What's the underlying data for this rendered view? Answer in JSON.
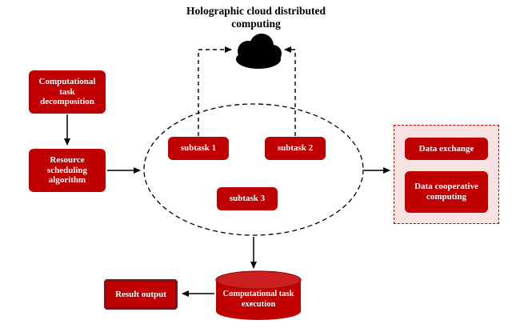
{
  "title": "Holographic cloud distributed computing",
  "nodes": {
    "task_decomposition": "Computational task decomposition",
    "resource_scheduling": "Resource scheduling algorithm",
    "subtask_1": "subtask 1",
    "subtask_2": "subtask 2",
    "subtask_3": "subtask 3",
    "data_exchange": "Data exchange",
    "data_cooperative_computing": "Data cooperative computing",
    "task_execution": "Computational task execution",
    "result_output": "Result output"
  },
  "icons": {
    "cloud": "cloud-icon"
  },
  "colors": {
    "node_fill": "#c00000",
    "node_text": "#ffffff",
    "cluster_fill": "#f7e1e1",
    "cluster_border": "#c00000",
    "result_border": "#7f1212",
    "line": "#000000"
  },
  "edges": [
    {
      "from": "task_decomposition",
      "to": "resource_scheduling",
      "style": "solid"
    },
    {
      "from": "resource_scheduling",
      "to": "subtask_group",
      "style": "solid"
    },
    {
      "from": "subtask_1",
      "to": "cloud",
      "style": "dashed"
    },
    {
      "from": "subtask_2",
      "to": "cloud",
      "style": "dashed"
    },
    {
      "from": "subtask_group",
      "to": "data_cluster",
      "style": "solid"
    },
    {
      "from": "subtask_group",
      "to": "task_execution",
      "style": "solid"
    },
    {
      "from": "task_execution",
      "to": "result_output",
      "style": "solid"
    }
  ]
}
